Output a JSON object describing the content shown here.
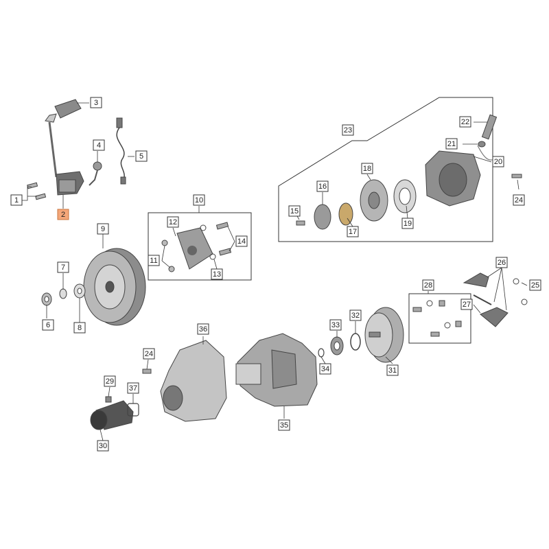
{
  "diagram": {
    "highlight_color": "#f4a77a",
    "callouts": [
      {
        "id": "1",
        "label": "1"
      },
      {
        "id": "2",
        "label": "2",
        "highlighted": true
      },
      {
        "id": "3",
        "label": "3"
      },
      {
        "id": "4",
        "label": "4"
      },
      {
        "id": "5",
        "label": "5"
      },
      {
        "id": "6",
        "label": "6"
      },
      {
        "id": "7",
        "label": "7"
      },
      {
        "id": "8",
        "label": "8"
      },
      {
        "id": "9",
        "label": "9"
      },
      {
        "id": "10",
        "label": "10"
      },
      {
        "id": "11",
        "label": "11"
      },
      {
        "id": "12",
        "label": "12"
      },
      {
        "id": "13",
        "label": "13"
      },
      {
        "id": "14",
        "label": "14"
      },
      {
        "id": "15",
        "label": "15"
      },
      {
        "id": "16",
        "label": "16"
      },
      {
        "id": "17",
        "label": "17"
      },
      {
        "id": "18",
        "label": "18"
      },
      {
        "id": "19",
        "label": "19"
      },
      {
        "id": "20",
        "label": "20"
      },
      {
        "id": "21",
        "label": "21"
      },
      {
        "id": "22",
        "label": "22"
      },
      {
        "id": "23",
        "label": "23"
      },
      {
        "id": "24a",
        "label": "24"
      },
      {
        "id": "24b",
        "label": "24"
      },
      {
        "id": "25",
        "label": "25"
      },
      {
        "id": "26",
        "label": "26"
      },
      {
        "id": "27",
        "label": "27"
      },
      {
        "id": "28",
        "label": "28"
      },
      {
        "id": "29",
        "label": "29"
      },
      {
        "id": "30",
        "label": "30"
      },
      {
        "id": "31",
        "label": "31"
      },
      {
        "id": "32",
        "label": "32"
      },
      {
        "id": "33",
        "label": "33"
      },
      {
        "id": "34",
        "label": "34"
      },
      {
        "id": "35",
        "label": "35"
      },
      {
        "id": "36",
        "label": "36"
      },
      {
        "id": "37",
        "label": "37"
      }
    ]
  }
}
